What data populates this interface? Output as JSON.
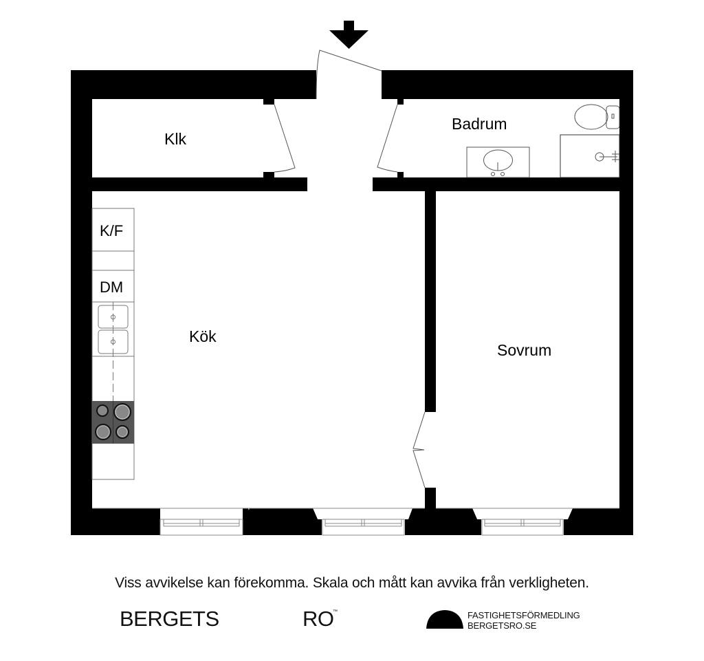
{
  "floorplan": {
    "entrance_indicator": "entrance-arrow",
    "rooms": [
      {
        "id": "klk",
        "label": "Klk"
      },
      {
        "id": "badrum",
        "label": "Badrum"
      },
      {
        "id": "kok",
        "label": "Kök"
      },
      {
        "id": "sovrum",
        "label": "Sovrum"
      }
    ],
    "appliances": [
      {
        "id": "kf",
        "label": "K/F"
      },
      {
        "id": "dm",
        "label": "DM"
      }
    ],
    "colors": {
      "wall": "#000000",
      "line": "#555555",
      "stove": "#555555",
      "burner": "#888888"
    }
  },
  "footer": {
    "disclaimer": "Viss avvikelse kan förekomma. Skala och mått kan avvika från verkligheten.",
    "brand_left": "BERGETS",
    "brand_right": "RO",
    "trademark": "™",
    "tagline": "FASTIGHETSFÖRMEDLING",
    "website": "BERGETSRO.SE"
  }
}
